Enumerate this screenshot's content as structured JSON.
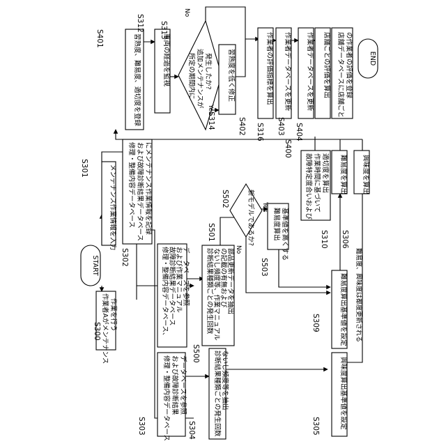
{
  "nodes": {
    "start": {
      "text": "START"
    },
    "s300": {
      "label": "S300",
      "lines": [
        "作業者Aがメンテナンス",
        "作業を行う"
      ]
    },
    "s301": {
      "label": "S301",
      "lines": [
        "メンテナンス作業情報を入力"
      ]
    },
    "s302": {
      "label": "S302",
      "lines": [
        "修理・整備内容データベース",
        "および故障診断結果データベース",
        "にメンテナンス作業情報を記録"
      ]
    },
    "s303": {
      "label": "S303",
      "lines": [
        "修理・整備内容データベース",
        "および故障診断結果",
        "データベースを参照"
      ]
    },
    "s304": {
      "label": "S304",
      "lines": [
        "診断結果種類ごとの発生回数",
        "ないし頻度等を抽出"
      ]
    },
    "s305": {
      "label": "S305",
      "lines": [
        "興味度算出基準値を設定"
      ]
    },
    "s306": {
      "label": "S306",
      "lines": [
        "興味度を算出"
      ]
    },
    "s309": {
      "label": "S309",
      "lines": [
        "難易度算出基準値を設定"
      ]
    },
    "s310": {
      "label": "S310",
      "lines": [
        "難易度を算出"
      ]
    },
    "s312": {
      "label": "S312",
      "lines": [
        "車両の経過を監視"
      ]
    },
    "s313": {
      "label": "S313",
      "lines": [
        "所定の期間内に",
        "追加メンテナンスが",
        "発生したか?"
      ]
    },
    "s314": {
      "label": "S314",
      "lines": [
        "習熟度を低く修正"
      ]
    },
    "s316": {
      "label": "S316",
      "lines": [
        "作業者データベースを更新"
      ]
    },
    "s400": {
      "label": "S400",
      "lines": [
        "故障特定度合いおよび",
        "作業時間に基づいて",
        "適切度を算出"
      ]
    },
    "s401": {
      "label": "S401",
      "lines": [
        "習熟度、難易度、適切度を登録"
      ]
    },
    "s402": {
      "label": "S402",
      "lines": [
        "作業者の評価指標を算出"
      ]
    },
    "s403": {
      "label": "S403",
      "lines": [
        "作業者データベースを更新"
      ]
    },
    "s404": {
      "label": "S404",
      "lines": [
        "店舗データベースに店舗ごと",
        "の作業者の評価を登録"
      ]
    },
    "s500": {
      "label": "S500",
      "lines": [
        "修理・整備内容データベース、",
        "故障診断結果データベース",
        "および作業マニュアル",
        "データベースを参照"
      ]
    },
    "s501": {
      "label": "S501",
      "lines": [
        "診断結果種類ごとの発生回数",
        "ないし頻度等、作業マニュアル",
        "の記載の有無および",
        "部品更新データを抽出"
      ]
    },
    "s502": {
      "label": "S502",
      "lines": [
        "新モデルであるか?"
      ]
    },
    "s503": {
      "label": "S503",
      "lines": [
        "難易度算出",
        "基準値を高くする"
      ]
    },
    "shop": {
      "lines": [
        "店舗ごとの評価を算出"
      ]
    },
    "end": {
      "text": "END"
    }
  },
  "branches": {
    "yes": "Yes",
    "no": "No"
  },
  "note": {
    "lines": [
      "難易度、興味度は都度更新される"
    ]
  }
}
